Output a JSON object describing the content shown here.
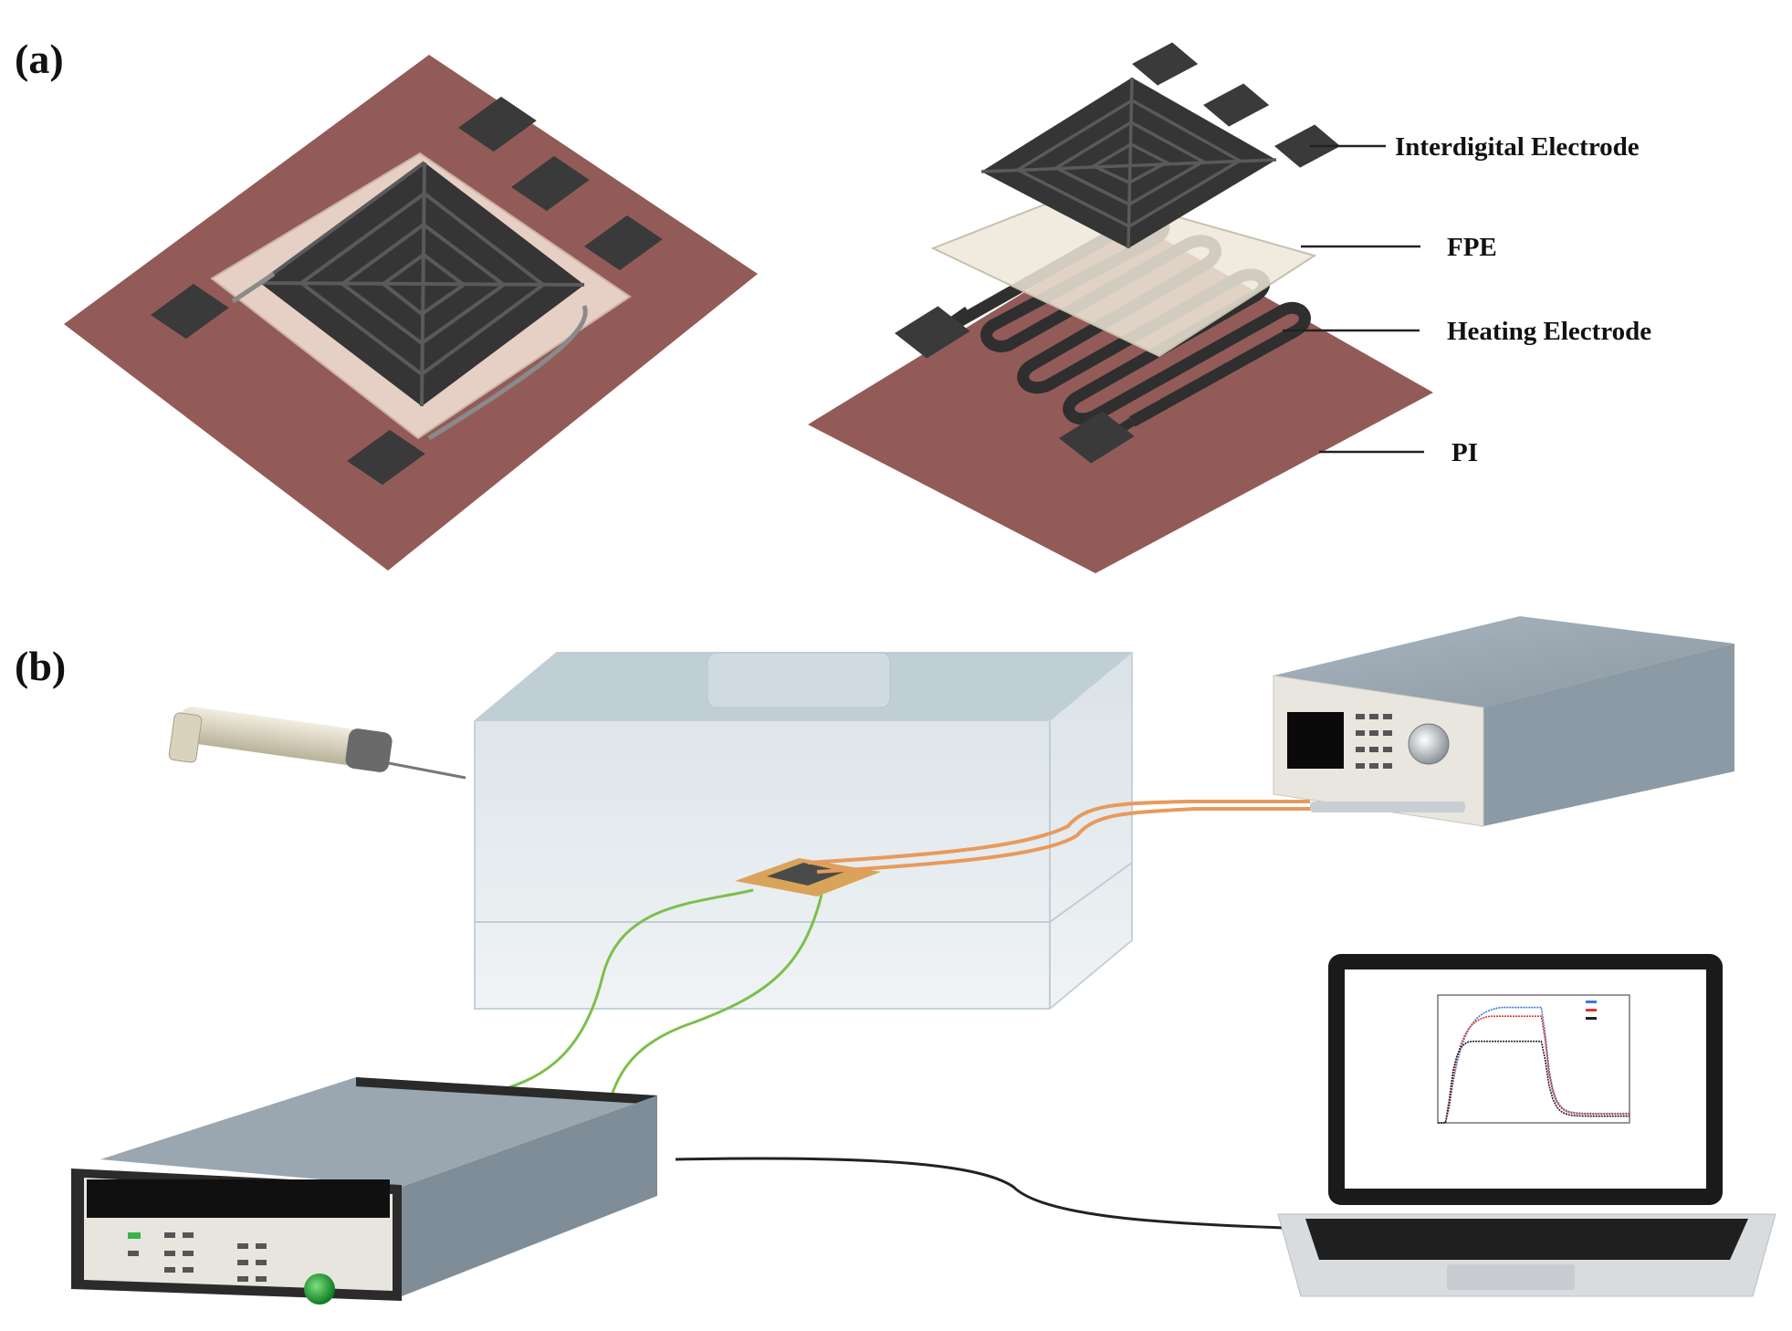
{
  "panels": {
    "a": {
      "label": "(a)"
    },
    "b": {
      "label": "(b)"
    }
  },
  "layers": [
    {
      "label": "Interdigital Electrode"
    },
    {
      "label": "FPE"
    },
    {
      "label": "Heating Electrode"
    },
    {
      "label": "PI"
    }
  ],
  "colors": {
    "substrate_pi": "#935b58",
    "electrode": "#333333",
    "fpe_film": "#eee7d9",
    "copper_wire": "#e89a5c",
    "green_wire": "#7cbf4a",
    "chamber": "#d6e2e8",
    "instrument_body": "#8c9aa6"
  },
  "objects": {
    "syringe": {
      "icon": "syringe-icon"
    },
    "chamber": {
      "icon": "test-chamber"
    },
    "power_supply": {
      "icon": "dc-power-supply"
    },
    "multimeter": {
      "icon": "digital-multimeter"
    },
    "laptop": {
      "icon": "laptop-computer"
    }
  },
  "laptop_chart": {
    "type": "line",
    "legend": [
      "",
      "",
      ""
    ],
    "series_colors": [
      "#3a7bd5",
      "#e0342b",
      "#222222"
    ]
  }
}
